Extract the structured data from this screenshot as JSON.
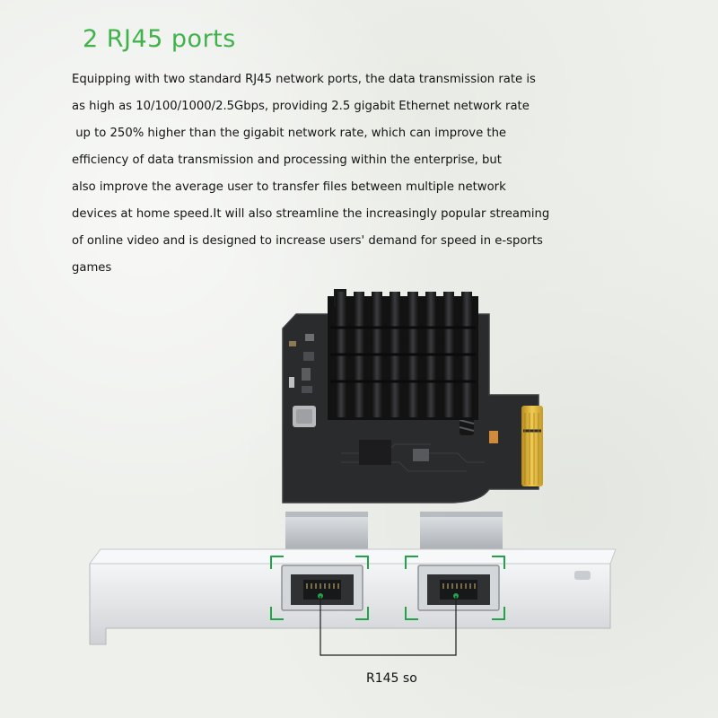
{
  "headline": "2 RJ45 ports",
  "description_lines": [
    "Equipping with two standard RJ45 network ports, the data transmission rate is",
    "as high as 10/100/1000/2.5Gbps, providing 2.5 gigabit Ethernet network rate",
    " up to 250% higher than the gigabit network rate, which can improve the",
    "efficiency of data transmission and processing within the enterprise, but",
    "also improve the average user to transfer files between multiple network",
    "devices at home speed.It will also streamline the increasingly popular streaming",
    "of online video and is designed to increase users' demand for speed in e-sports",
    "games"
  ],
  "port_caption": "R145 so",
  "colors": {
    "headline": "#3fb24a",
    "highlight_frame": "#22a34a",
    "pcb": "#2a2b2d",
    "heatsink": "#1a1a1b",
    "gold_contacts": "#d9b23a",
    "bracket": "#e9eaeb"
  },
  "icons": [
    "heatsink-graphic",
    "rj45-port-icon",
    "pcie-connector-graphic"
  ]
}
